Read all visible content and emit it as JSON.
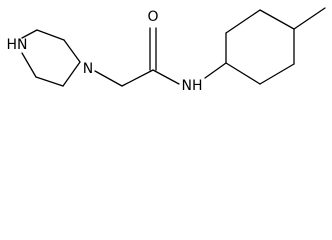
{
  "diagram": {
    "type": "skeletal-structure",
    "colors": {
      "background": "#ffffff",
      "bond": "#000000",
      "text": "#000000"
    },
    "atom_labels": {
      "piperazine_nh": "HN",
      "piperazine_n": "N",
      "carbonyl_o": "O",
      "amide_nh": "NH"
    }
  }
}
